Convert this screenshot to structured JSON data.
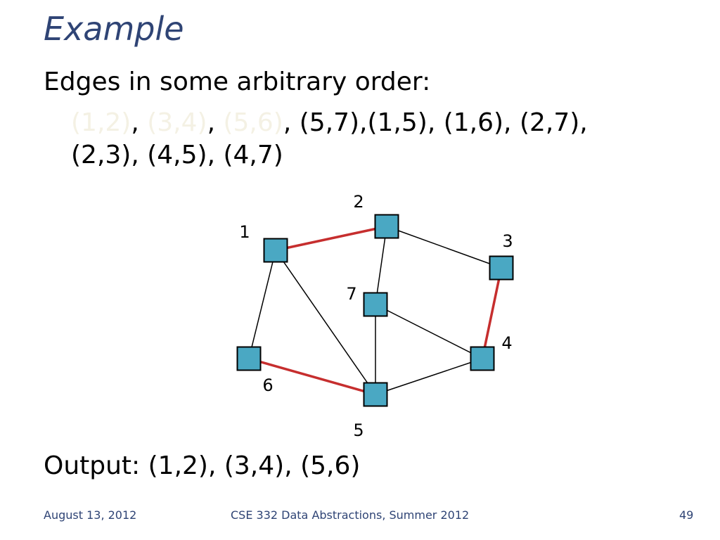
{
  "slide": {
    "title": "Example",
    "intro": "Edges in some arbitrary order:",
    "edge_list": {
      "e12": "(1,2)",
      "sep1": ", ",
      "e34": "(3,4)",
      "sep2": ", ",
      "e56": "(5,6)",
      "rest_line2": ", (5,7),(1,5), (1,6), (2,7),",
      "line3": "(2,3), (4,5), (4,7)"
    },
    "output": "Output: (1,2), (3,4), (5,6)"
  },
  "graph": {
    "nodes": [
      {
        "id": "1",
        "label": "1"
      },
      {
        "id": "2",
        "label": "2"
      },
      {
        "id": "3",
        "label": "3"
      },
      {
        "id": "4",
        "label": "4"
      },
      {
        "id": "5",
        "label": "5"
      },
      {
        "id": "6",
        "label": "6"
      },
      {
        "id": "7",
        "label": "7"
      }
    ],
    "edges": [
      {
        "from": "1",
        "to": "2",
        "selected": true
      },
      {
        "from": "3",
        "to": "4",
        "selected": true
      },
      {
        "from": "5",
        "to": "6",
        "selected": true
      },
      {
        "from": "5",
        "to": "7",
        "selected": false
      },
      {
        "from": "1",
        "to": "5",
        "selected": false
      },
      {
        "from": "1",
        "to": "6",
        "selected": false
      },
      {
        "from": "2",
        "to": "7",
        "selected": false
      },
      {
        "from": "2",
        "to": "3",
        "selected": false
      },
      {
        "from": "4",
        "to": "5",
        "selected": false
      },
      {
        "from": "4",
        "to": "7",
        "selected": false
      }
    ],
    "colors": {
      "node_fill": "#4aa8c3",
      "selected_edge": "#c62e2e",
      "edge": "#000000"
    }
  },
  "footer": {
    "date": "August 13, 2012",
    "course": "CSE 332 Data Abstractions, Summer 2012",
    "page": "49"
  },
  "colors": {
    "title": "#2f4475",
    "faded_text": "#f4f1e4"
  }
}
